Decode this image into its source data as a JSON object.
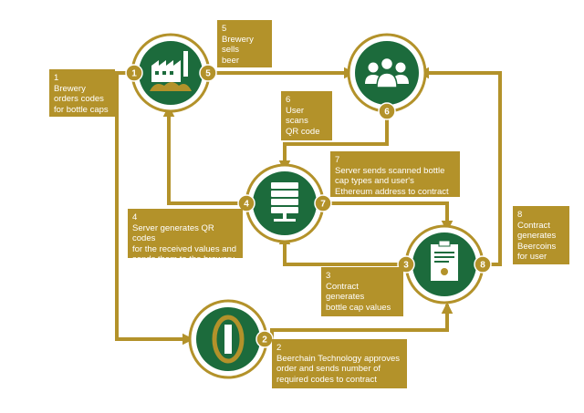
{
  "colors": {
    "gold": "#b3922a",
    "green": "#1c6b3c",
    "white": "#ffffff",
    "cream": "#efe6c6"
  },
  "nodes": {
    "brewery": {
      "icon": "factory-icon",
      "badges": [
        "1",
        "5"
      ]
    },
    "users": {
      "icon": "users-group-icon",
      "badges": [
        "6"
      ]
    },
    "server": {
      "icon": "server-icon",
      "badges": [
        "4",
        "7"
      ]
    },
    "contract": {
      "icon": "contract-document-icon",
      "badges": [
        "3",
        "8"
      ]
    },
    "beerchain": {
      "icon": "beerchain-coin-icon",
      "badges": [
        "2"
      ]
    }
  },
  "steps": [
    {
      "number": "1",
      "text": "Brewery\norders codes\nfor bottle caps"
    },
    {
      "number": "2",
      "text": "Beerchain Technology approves\norder and sends number of\nrequired codes to contract"
    },
    {
      "number": "3",
      "text": "Contract\ngenerates\nbottle cap values"
    },
    {
      "number": "4",
      "text": "Server generates QR codes\nfor the received values and\nsends them to the brewery"
    },
    {
      "number": "5",
      "text": "Brewery\nsells\nbeer"
    },
    {
      "number": "6",
      "text": "User\nscans\nQR code"
    },
    {
      "number": "7",
      "text": "Server sends scanned bottle\ncap types and user's\nEthereum address to contract"
    },
    {
      "number": "8",
      "text": "Contract\ngenerates\nBeercoins\nfor user"
    }
  ]
}
